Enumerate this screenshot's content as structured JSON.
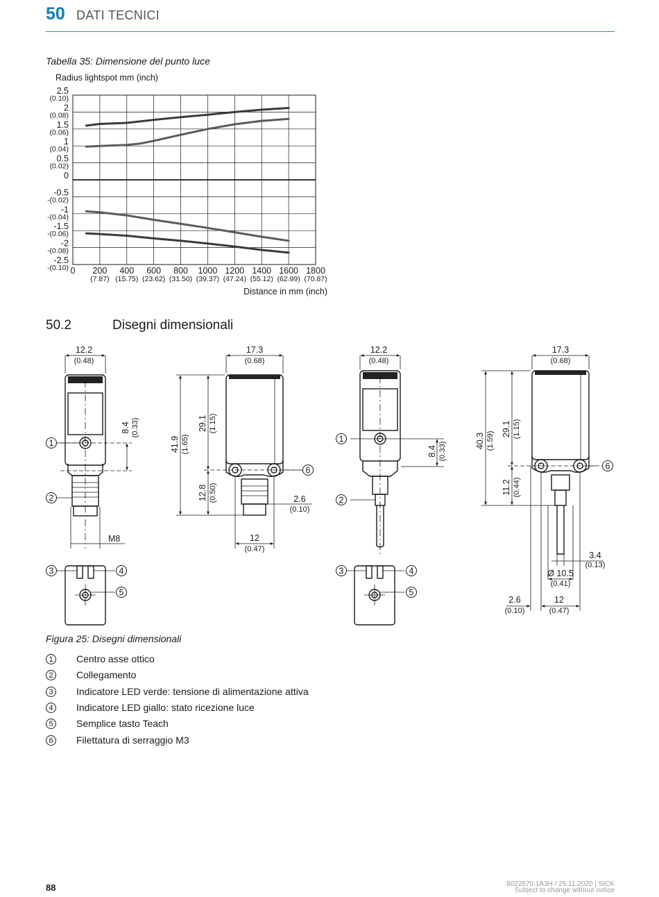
{
  "header": {
    "number": "50",
    "title": "DATI TECNICI",
    "accent": "#0f7fb2"
  },
  "table_caption": "Tabella 35: Dimensione del punto luce",
  "chart_data": {
    "type": "line",
    "ylabel": "Radius lightspot mm (inch)",
    "xlabel": "Distance in mm (inch)",
    "xlim": [
      0,
      1800
    ],
    "ylim": [
      -2.5,
      2.5
    ],
    "x_ticks": [
      {
        "v": 0,
        "l": "0",
        "s": ""
      },
      {
        "v": 200,
        "l": "200",
        "s": "(7.87)"
      },
      {
        "v": 400,
        "l": "400",
        "s": "(15.75)"
      },
      {
        "v": 600,
        "l": "600",
        "s": "(23.62)"
      },
      {
        "v": 800,
        "l": "800",
        "s": "(31.50)"
      },
      {
        "v": 1000,
        "l": "1000",
        "s": "(39.37)"
      },
      {
        "v": 1200,
        "l": "1200",
        "s": "(47.24)"
      },
      {
        "v": 1400,
        "l": "1400",
        "s": "(55.12)"
      },
      {
        "v": 1600,
        "l": "1600",
        "s": "(62.99)"
      },
      {
        "v": 1800,
        "l": "1800",
        "s": "(70.87)"
      }
    ],
    "y_ticks": [
      {
        "v": 2.5,
        "l": "2.5",
        "s": "(0.10)"
      },
      {
        "v": 2,
        "l": "2",
        "s": "(0.08)"
      },
      {
        "v": 1.5,
        "l": "1.5",
        "s": "(0.06)"
      },
      {
        "v": 1,
        "l": "1",
        "s": "(0.04)"
      },
      {
        "v": 0.5,
        "l": "0.5",
        "s": "(0.02)"
      },
      {
        "v": 0,
        "l": "0",
        "s": ""
      },
      {
        "v": -0.5,
        "l": "-0.5",
        "s": "-(0.02)"
      },
      {
        "v": -1,
        "l": "-1",
        "s": "-(0.04)"
      },
      {
        "v": -1.5,
        "l": "-1.5",
        "s": "-(0.06)"
      },
      {
        "v": -2,
        "l": "-2",
        "s": "-(0.08)"
      },
      {
        "v": -2.5,
        "l": "-2.5",
        "s": "-(0.10)"
      }
    ],
    "grid": true,
    "series": [
      {
        "color": "#3a3a3a",
        "points": [
          [
            100,
            1.6
          ],
          [
            200,
            1.65
          ],
          [
            400,
            1.68
          ],
          [
            600,
            1.77
          ],
          [
            800,
            1.85
          ],
          [
            1000,
            1.92
          ],
          [
            1200,
            2.0
          ],
          [
            1400,
            2.07
          ],
          [
            1600,
            2.12
          ]
        ]
      },
      {
        "color": "#5a5a5a",
        "points": [
          [
            100,
            0.98
          ],
          [
            200,
            1.0
          ],
          [
            400,
            1.03
          ],
          [
            500,
            1.07
          ],
          [
            600,
            1.15
          ],
          [
            800,
            1.33
          ],
          [
            1000,
            1.5
          ],
          [
            1200,
            1.64
          ],
          [
            1400,
            1.74
          ],
          [
            1600,
            1.8
          ]
        ]
      },
      {
        "color": "#5a5a5a",
        "points": [
          [
            100,
            -0.93
          ],
          [
            200,
            -0.96
          ],
          [
            400,
            -1.05
          ],
          [
            600,
            -1.18
          ],
          [
            800,
            -1.3
          ],
          [
            1000,
            -1.42
          ],
          [
            1200,
            -1.55
          ],
          [
            1400,
            -1.68
          ],
          [
            1600,
            -1.8
          ]
        ]
      },
      {
        "color": "#3a3a3a",
        "points": [
          [
            100,
            -1.58
          ],
          [
            200,
            -1.6
          ],
          [
            400,
            -1.65
          ],
          [
            600,
            -1.73
          ],
          [
            800,
            -1.8
          ],
          [
            1000,
            -1.88
          ],
          [
            1200,
            -1.97
          ],
          [
            1400,
            -2.07
          ],
          [
            1600,
            -2.15
          ]
        ]
      }
    ]
  },
  "section": {
    "number": "50.2",
    "title": "Disegni dimensionali"
  },
  "drawing": {
    "v1": {
      "w": "12.2",
      "w_in": "(0.48)",
      "h": "8.4",
      "h_in": "(0.33)",
      "thread": "M8"
    },
    "v2": {
      "w": "17.3",
      "w_in": "(0.68)",
      "total": "41.9",
      "total_in": "(1.65)",
      "upper": "29.1",
      "upper_in": "(1.15)",
      "lower": "12.8",
      "lower_in": "(0.50)",
      "off": "2.6",
      "off_in": "(0.10)",
      "hole": "12",
      "hole_in": "(0.47)"
    },
    "v3": {
      "w": "12.2",
      "w_in": "(0.48)",
      "h": "8.4",
      "h_in": "(0.33)"
    },
    "v4": {
      "w": "17.3",
      "w_in": "(0.68)",
      "total": "40.3",
      "total_in": "(1.59)",
      "upper": "29.1",
      "upper_in": "(1.15)",
      "lower": "11.2",
      "lower_in": "(0.44)",
      "cable_off": "3.4",
      "cable_off_in": "(0.13)",
      "cable_d": "Ø 10.5",
      "cable_d_in": "(0.41)",
      "off": "2.6",
      "off_in": "(0.10)",
      "hole": "12",
      "hole_in": "(0.47)"
    },
    "callouts": [
      "1",
      "2",
      "3",
      "4",
      "5",
      "6"
    ]
  },
  "figure_caption": "Figura 25: Disegni dimensionali",
  "legend": [
    {
      "num": "1",
      "text": "Centro asse ottico"
    },
    {
      "num": "2",
      "text": "Collegamento"
    },
    {
      "num": "3",
      "text": "Indicatore LED verde: tensione di alimentazione attiva"
    },
    {
      "num": "4",
      "text": "Indicatore LED giallo: stato ricezione luce"
    },
    {
      "num": "5",
      "text": "Semplice tasto Teach"
    },
    {
      "num": "6",
      "text": "Filettatura di serraggio M3"
    }
  ],
  "footer": {
    "page": "88",
    "doc": "8022570.1A3H / 25.11.2020 | SICK",
    "note": "Subject to change without notice"
  }
}
